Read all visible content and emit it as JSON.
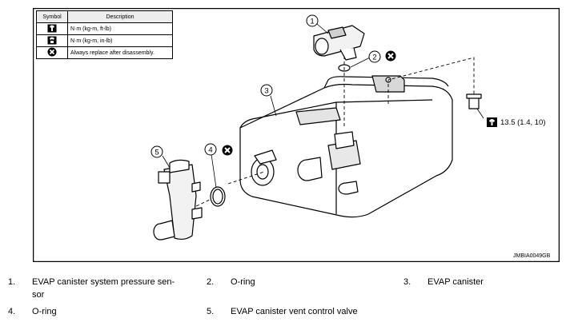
{
  "legend": {
    "header_symbol": "Symbol",
    "header_description": "Description",
    "rows": [
      {
        "icon": "torque-wrench-icon",
        "description": "N·m (kg-m, ft-lb)"
      },
      {
        "icon": "torque-wrench-inlb-icon",
        "description": "N·m (kg-m, in-lb)"
      },
      {
        "icon": "always-replace-icon",
        "description": "Always replace after disassembly."
      }
    ]
  },
  "callouts": [
    "1",
    "2",
    "3",
    "4",
    "5"
  ],
  "torque": "13.5 (1.4, 10)",
  "figure_code": "JMBIA0049GB",
  "parts": [
    {
      "number": "1.",
      "name": "EVAP canister system pressure sen-"
    },
    {
      "number": "2.",
      "name": "O-ring"
    },
    {
      "number": "3.",
      "name": "EVAP canister"
    },
    {
      "number": "4.",
      "name": "O-ring"
    },
    {
      "number": "5.",
      "name": "EVAP canister vent control valve"
    }
  ],
  "part1_cont": "sor"
}
